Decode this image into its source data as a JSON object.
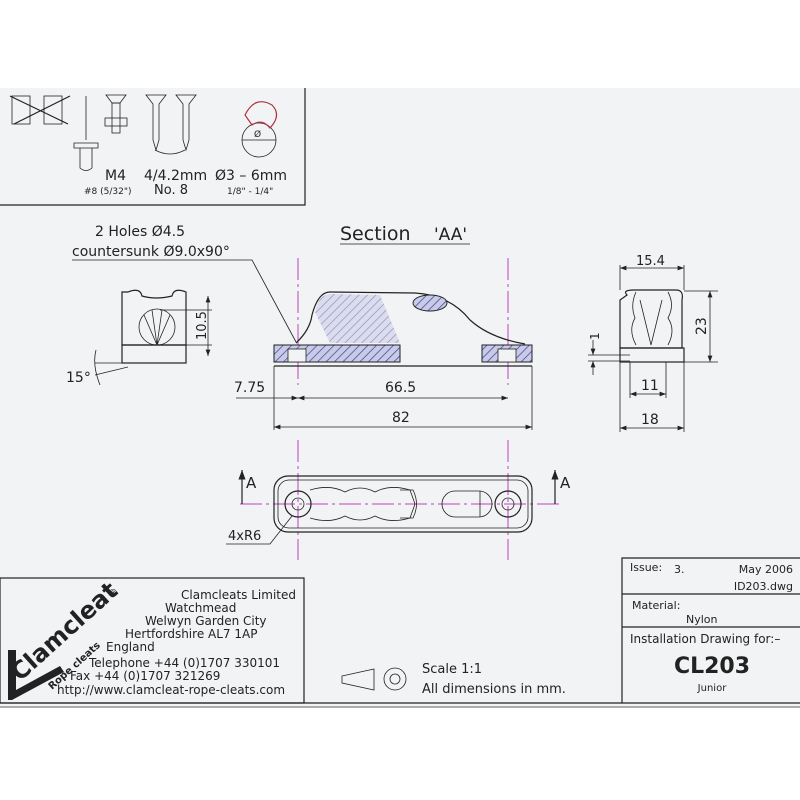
{
  "fasteners": {
    "bolt_size": "M4",
    "rivet_size": "4/4.2mm",
    "rope_diameter": "Ø3 – 6mm",
    "rivet_imperial": "#8 (5/32\")",
    "screw_size": "No. 8",
    "rope_imperial": "1/8\" - 1/4\"",
    "rope_symbol": "Ø"
  },
  "section": {
    "title": "Section",
    "title_mark": "'AA'",
    "holes_note": "2 Holes Ø4.5",
    "countersink_note": "countersunk Ø9.0x90°"
  },
  "dimensions": {
    "end_height": "10.5",
    "angle": "15°",
    "offset": "7.75",
    "hole_spacing": "66.5",
    "length": "82",
    "top_width": "15.4",
    "height": "23",
    "base_step": "1",
    "base_inner": "11",
    "base_width": "18",
    "radius": "4xR6",
    "section_mark_left": "A",
    "section_mark_right": "A"
  },
  "company": {
    "logo_text": "Clamcleat",
    "logo_sub": "Rope cleats",
    "logo_mark": "®",
    "name": "Clamcleats Limited",
    "address": [
      "Watchmead",
      "Welwyn Garden City",
      "Hertfordshire AL7 1AP",
      "England"
    ],
    "telephone": "Telephone +44 (0)1707 330101",
    "fax": "Fax +44 (0)1707 321269",
    "website": "http://www.clamcleat-rope-cleats.com"
  },
  "scale": {
    "scale": "Scale 1:1",
    "units": "All dimensions in mm."
  },
  "title_block": {
    "issue_label": "Issue:",
    "issue": "3.",
    "date": "May 2006",
    "file": "ID203.dwg",
    "material_label": "Material:",
    "material": "Nylon",
    "drawing_for": "Installation Drawing for:–",
    "part": "CL203",
    "variant": "Junior"
  },
  "colors": {
    "sheet": "#f2f3f5",
    "centerline": "#c040c0",
    "hatch": "#3a3a9a",
    "rope_accent": "#b03040"
  }
}
